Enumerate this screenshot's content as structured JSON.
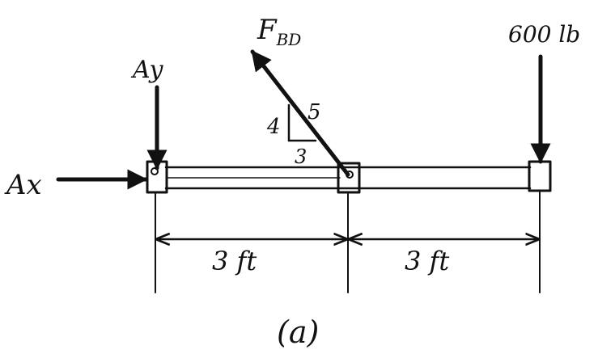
{
  "colors": {
    "ink": "#111111",
    "background": "#ffffff"
  },
  "labels": {
    "ay": "Ay",
    "ax": "Ax",
    "fbd_main": "F",
    "fbd_sub": "BD",
    "load": "600 lb",
    "slope_rise": "4",
    "slope_hyp": "5",
    "slope_run": "3",
    "dim_left": "3 ft",
    "dim_right": "3 ft",
    "caption": "(a)"
  }
}
